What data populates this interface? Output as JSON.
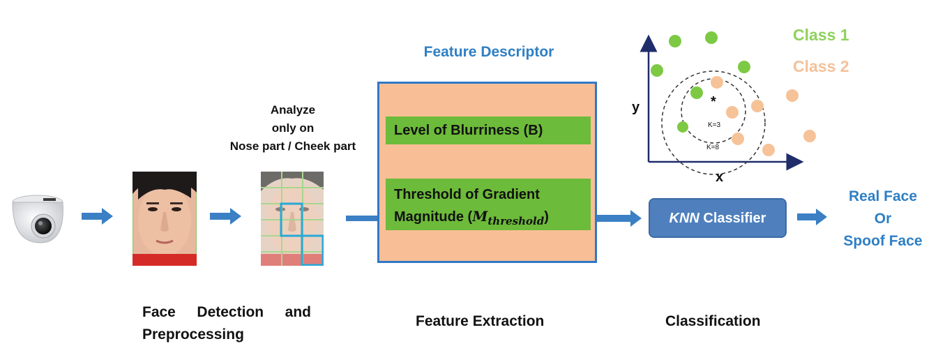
{
  "analyze_note": {
    "line1": "Analyze",
    "line2": "only on",
    "line3": "Nose part / Cheek part"
  },
  "feature_descriptor": {
    "title": "Feature Descriptor",
    "item1": "Level of Blurriness (B)",
    "item2_line1": "Threshold of Gradient",
    "item2_line2_prefix": "Magnitude (",
    "item2_symbol": "M",
    "item2_subscript": "threshold",
    "item2_suffix": ")"
  },
  "plot": {
    "y_label": "y",
    "x_label": "x",
    "k3_label": "K=3",
    "k8_label": "K=8",
    "query_marker": "*",
    "legend": {
      "class1": "Class 1",
      "class2": "Class 2"
    }
  },
  "classifier": {
    "name_italic": "KNN",
    "name_rest": " Classifier"
  },
  "output": {
    "line1": "Real Face",
    "line2": "Or",
    "line3": "Spoof Face"
  },
  "stages": {
    "preprocessing_line1": "Face Detection and",
    "preprocessing_line2": "Preprocessing",
    "extraction": "Feature Extraction",
    "classification": "Classification"
  },
  "colors": {
    "flow_arrow": "#3b7fc4",
    "feature_box_fill": "#f8bf96",
    "feature_box_border": "#2f78c8",
    "descriptor_bar": "#6dbb3a",
    "class1": "#7dc944",
    "class2": "#f6c298",
    "classifier_fill": "#4f80bd",
    "title_blue": "#2f7fc4",
    "roi_box": "#2aa9d6"
  },
  "icons": {
    "camera": "dome-camera-icon",
    "face": "face-photo",
    "face_grid": "face-grid-photo"
  }
}
